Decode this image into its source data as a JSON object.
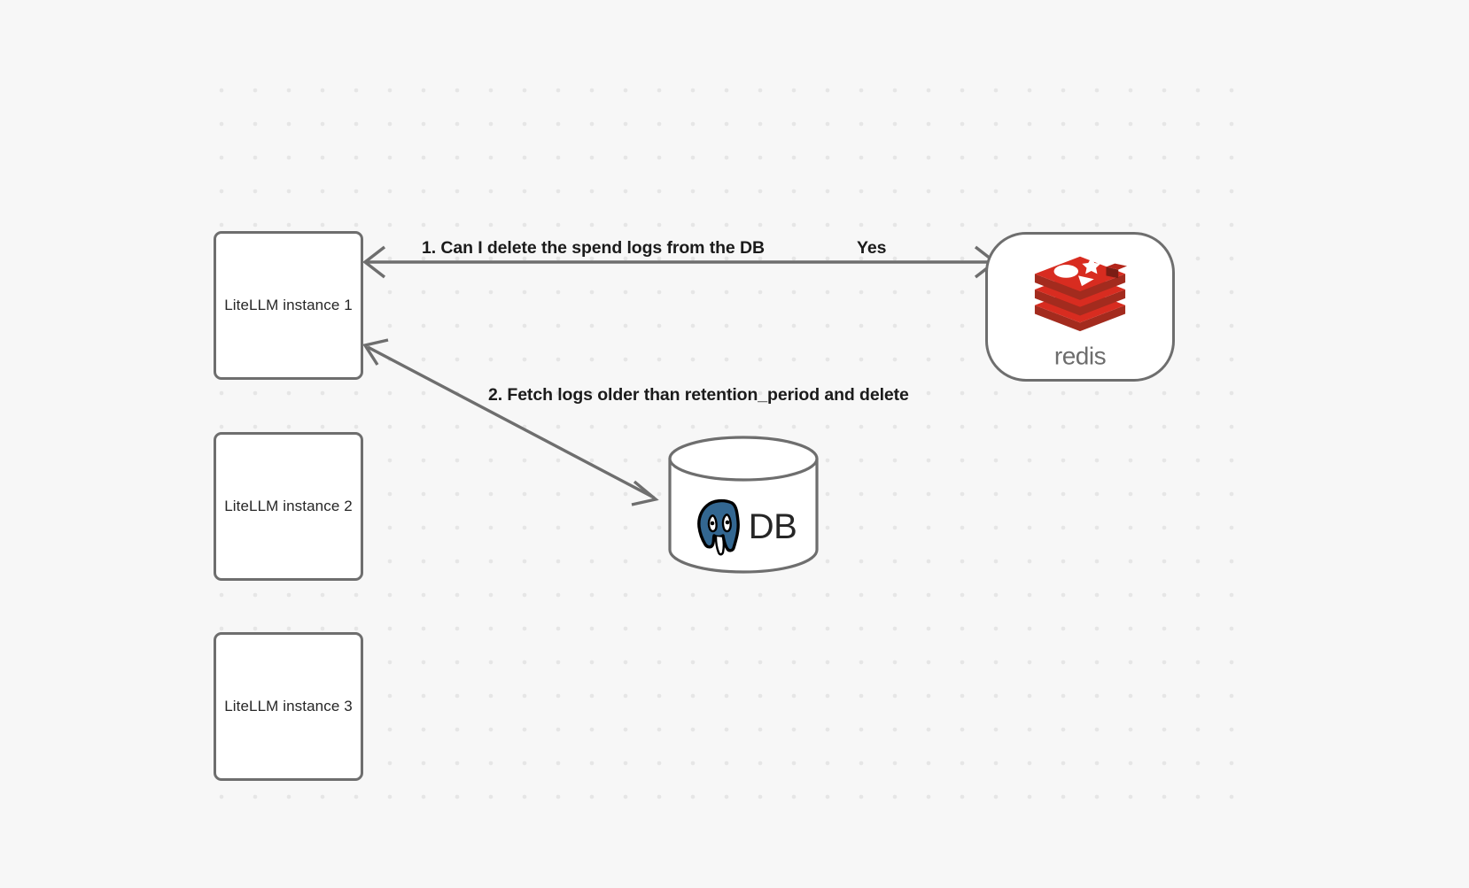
{
  "canvas": {
    "background_color": "#f7f7f7",
    "grid_dot_color": "#e6e6e6"
  },
  "nodes": [
    {
      "id": "instance-1",
      "label": "LiteLLM instance 1",
      "type": "box"
    },
    {
      "id": "instance-2",
      "label": "LiteLLM instance 2",
      "type": "box"
    },
    {
      "id": "instance-3",
      "label": "LiteLLM instance 3",
      "type": "box"
    },
    {
      "id": "redis",
      "label": "redis",
      "type": "rounded-box",
      "icon": "redis-logo-icon",
      "brand_color": "#d82c20",
      "wordmark_color": "#6d6d6d"
    },
    {
      "id": "db",
      "label": "DB",
      "type": "cylinder",
      "icon": "postgresql-elephant-icon",
      "brand_color": "#336791"
    }
  ],
  "edges": [
    {
      "id": "edge-1",
      "from": "instance-1",
      "to": "redis",
      "label": "1.  Can I delete the spend logs from the DB",
      "answer_label": "Yes",
      "arrowheads": "both"
    },
    {
      "id": "edge-2",
      "from": "instance-1",
      "to": "db",
      "label": "2.  Fetch logs older than retention_period and delete",
      "arrowheads": "both"
    }
  ],
  "edge_stroke_color": "#6e6e6e"
}
